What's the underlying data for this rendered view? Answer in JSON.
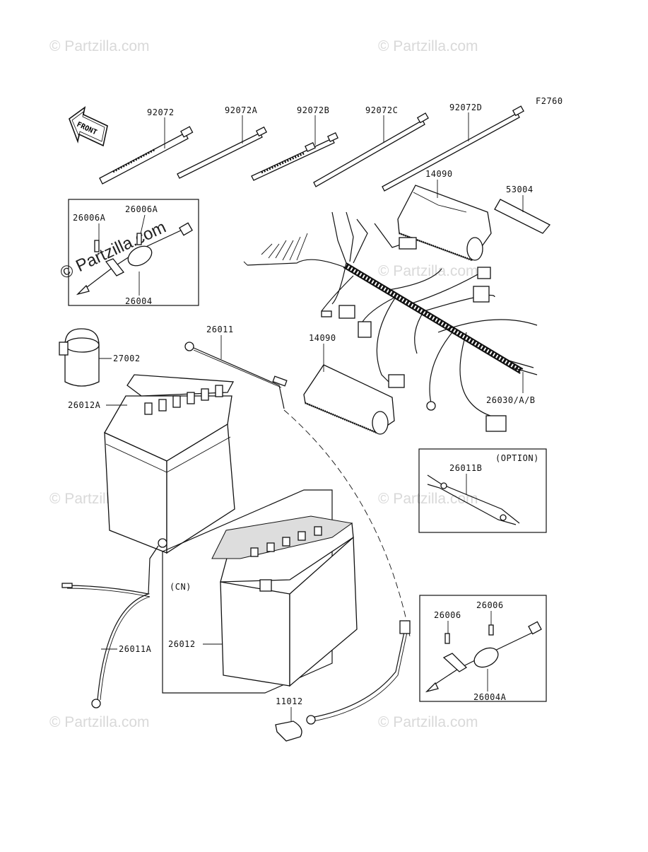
{
  "figure_code": "F2760",
  "front_arrow": "FRONT",
  "watermark": "© Partzilla.com",
  "labels": {
    "p92072": "92072",
    "p92072A": "92072A",
    "p92072B": "92072B",
    "p92072C": "92072C",
    "p92072D": "92072D",
    "p14090_top": "14090",
    "p14090_bottom": "14090",
    "p53004": "53004",
    "p26006A_1": "26006A",
    "p26006A_2": "26006A",
    "p26004": "26004",
    "p27002": "27002",
    "p26011": "26011",
    "p26012A": "26012A",
    "p26030": "26030/A/B",
    "option_tag": "(OPTION)",
    "p26011B": "26011B",
    "cn_tag": "(CN)",
    "p26012": "26012",
    "p26011A": "26011A",
    "p11012": "11012",
    "p26006_1": "26006",
    "p26006_2": "26006",
    "p26004A": "26004A"
  }
}
